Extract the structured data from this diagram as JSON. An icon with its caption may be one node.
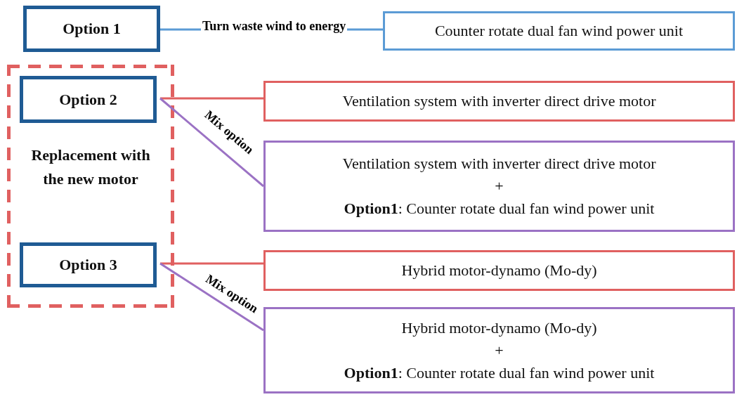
{
  "diagram": {
    "nodes": [
      {
        "text": [
          "Option 1"
        ]
      },
      {
        "text": [
          "Counter rotate dual fan wind power unit"
        ]
      },
      {
        "text": [
          "Replacement with the new motor"
        ]
      },
      {
        "text": [
          "Option 2"
        ],
        "in": 2
      },
      {
        "text": [
          "Ventilation system with inverter direct drive motor"
        ]
      },
      {
        "text": [
          "Ventilation system with inverter direct drive motor",
          "+",
          "**Option1**: Counter rotate dual fan wind power unit"
        ]
      },
      {
        "text": [
          "Option 3"
        ],
        "in": 2
      },
      {
        "text": [
          "Hybrid motor-dynamo (Mo-dy)"
        ]
      },
      {
        "text": [
          "Hybrid motor-dynamo (Mo-dy)",
          "+",
          "**Option1**: Counter rotate dual fan wind power unit"
        ]
      }
    ],
    "edges": [
      {
        "from": 0,
        "to": 1,
        "arrow": "none",
        "label": "Turn waste wind to energy",
        "color": "#5b9bd5"
      },
      {
        "from": 3,
        "to": 4,
        "arrow": "none",
        "color": "#e06060"
      },
      {
        "from": 3,
        "to": 5,
        "arrow": "none",
        "label": "Mix option",
        "color": "#9b72c4"
      },
      {
        "from": 6,
        "to": 7,
        "arrow": "none",
        "color": "#e06060"
      },
      {
        "from": 6,
        "to": 8,
        "arrow": "none",
        "label": "Mix option",
        "color": "#9b72c4"
      }
    ]
  }
}
